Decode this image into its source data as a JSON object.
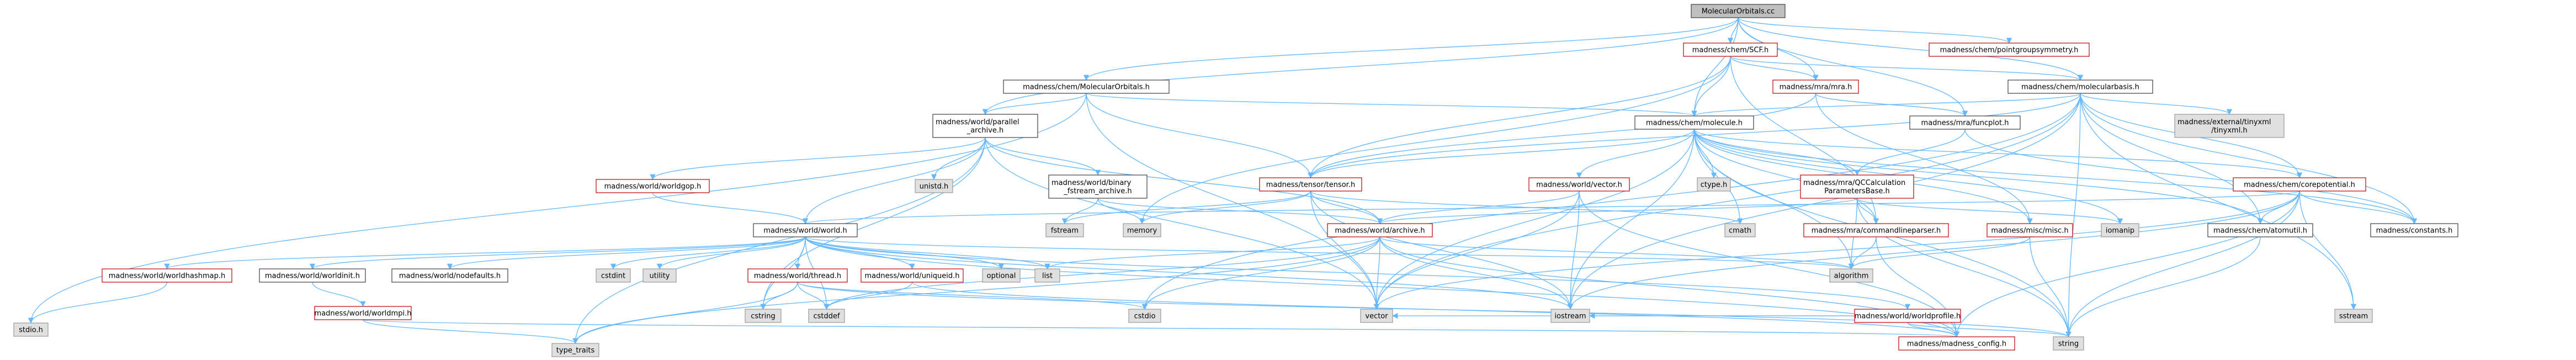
{
  "nodes": [
    {
      "id": "root",
      "kind": "root",
      "lines": [
        "MolecularOrbitals.cc"
      ]
    },
    {
      "id": "scf",
      "kind": "doc",
      "lines": [
        "madness/chem/SCF.h"
      ]
    },
    {
      "id": "pointgroup",
      "kind": "doc",
      "lines": [
        "madness/chem/pointgroupsymmetry.h"
      ]
    },
    {
      "id": "molorb_h",
      "kind": "plain",
      "lines": [
        "madness/chem/MolecularOrbitals.h"
      ]
    },
    {
      "id": "mra_h",
      "kind": "doc",
      "lines": [
        "madness/mra/mra.h"
      ]
    },
    {
      "id": "molbasis",
      "kind": "plain",
      "lines": [
        "madness/chem/molecularbasis.h"
      ]
    },
    {
      "id": "parallel_archive",
      "kind": "plain",
      "lines": [
        "madness/world/parallel",
        "_archive.h"
      ]
    },
    {
      "id": "molecule",
      "kind": "plain",
      "lines": [
        "madness/chem/molecule.h"
      ]
    },
    {
      "id": "funcplot",
      "kind": "plain",
      "lines": [
        "madness/mra/funcplot.h"
      ]
    },
    {
      "id": "tinyxml",
      "kind": "sys",
      "lines": [
        "madness/external/tinyxml",
        "/tinyxml.h"
      ]
    },
    {
      "id": "stdio",
      "kind": "sys",
      "lines": [
        "stdio.h"
      ]
    },
    {
      "id": "worldgop",
      "kind": "doc",
      "lines": [
        "madness/world/worldgop.h"
      ]
    },
    {
      "id": "unistd",
      "kind": "sys",
      "lines": [
        "unistd.h"
      ]
    },
    {
      "id": "binary_fstream",
      "kind": "plain",
      "lines": [
        "madness/world/binary",
        "_fstream_archive.h"
      ]
    },
    {
      "id": "tensor",
      "kind": "doc",
      "lines": [
        "madness/tensor/tensor.h"
      ]
    },
    {
      "id": "vector_h",
      "kind": "doc",
      "lines": [
        "madness/world/vector.h"
      ]
    },
    {
      "id": "ctype",
      "kind": "sys",
      "lines": [
        "ctype.h"
      ]
    },
    {
      "id": "qccalc",
      "kind": "doc",
      "lines": [
        "madness/mra/QCCalculation",
        "ParametersBase.h"
      ]
    },
    {
      "id": "corepotential",
      "kind": "doc",
      "lines": [
        "madness/chem/corepotential.h"
      ]
    },
    {
      "id": "world_h",
      "kind": "plain",
      "lines": [
        "madness/world/world.h"
      ]
    },
    {
      "id": "fstream",
      "kind": "sys",
      "lines": [
        "fstream"
      ]
    },
    {
      "id": "memory",
      "kind": "sys",
      "lines": [
        "memory"
      ]
    },
    {
      "id": "archive",
      "kind": "doc",
      "lines": [
        "madness/world/archive.h"
      ]
    },
    {
      "id": "cmath",
      "kind": "sys",
      "lines": [
        "cmath"
      ]
    },
    {
      "id": "cmdlineparser",
      "kind": "doc",
      "lines": [
        "madness/mra/commandlineparser.h"
      ]
    },
    {
      "id": "misc",
      "kind": "doc",
      "lines": [
        "madness/misc/misc.h"
      ]
    },
    {
      "id": "iomanip",
      "kind": "sys",
      "lines": [
        "iomanip"
      ]
    },
    {
      "id": "atomutil",
      "kind": "plain",
      "lines": [
        "madness/chem/atomutil.h"
      ]
    },
    {
      "id": "constants",
      "kind": "plain",
      "lines": [
        "madness/constants.h"
      ]
    },
    {
      "id": "hashmap",
      "kind": "doc",
      "lines": [
        "madness/world/worldhashmap.h"
      ]
    },
    {
      "id": "worldinit",
      "kind": "plain",
      "lines": [
        "madness/world/worldinit.h"
      ]
    },
    {
      "id": "nodefaults",
      "kind": "plain",
      "lines": [
        "madness/world/nodefaults.h"
      ]
    },
    {
      "id": "cstdint",
      "kind": "sys",
      "lines": [
        "cstdint"
      ]
    },
    {
      "id": "utility",
      "kind": "sys",
      "lines": [
        "utility"
      ]
    },
    {
      "id": "thread",
      "kind": "doc",
      "lines": [
        "madness/world/thread.h"
      ]
    },
    {
      "id": "uniqueid",
      "kind": "doc",
      "lines": [
        "madness/world/uniqueid.h"
      ]
    },
    {
      "id": "optional",
      "kind": "sys",
      "lines": [
        "optional"
      ]
    },
    {
      "id": "list",
      "kind": "sys",
      "lines": [
        "list"
      ]
    },
    {
      "id": "algorithm",
      "kind": "sys",
      "lines": [
        "algorithm"
      ]
    },
    {
      "id": "worldprofile",
      "kind": "doc",
      "lines": [
        "madness/world/worldprofile.h"
      ]
    },
    {
      "id": "sstream",
      "kind": "sys",
      "lines": [
        "sstream"
      ]
    },
    {
      "id": "worldmpi",
      "kind": "doc",
      "lines": [
        "madness/world/worldmpi.h"
      ]
    },
    {
      "id": "cstring",
      "kind": "sys",
      "lines": [
        "cstring"
      ]
    },
    {
      "id": "cstddef",
      "kind": "sys",
      "lines": [
        "cstddef"
      ]
    },
    {
      "id": "cstdio",
      "kind": "sys",
      "lines": [
        "cstdio"
      ]
    },
    {
      "id": "vector",
      "kind": "sys",
      "lines": [
        "vector"
      ]
    },
    {
      "id": "iostream",
      "kind": "sys",
      "lines": [
        "iostream"
      ]
    },
    {
      "id": "madness_config",
      "kind": "doc",
      "lines": [
        "madness/madness_config.h"
      ]
    },
    {
      "id": "string",
      "kind": "sys",
      "lines": [
        "string"
      ]
    },
    {
      "id": "type_traits",
      "kind": "sys",
      "lines": [
        "type_traits"
      ]
    }
  ],
  "edges": [
    [
      "root",
      "scf"
    ],
    [
      "root",
      "pointgroup"
    ],
    [
      "root",
      "molorb_h"
    ],
    [
      "root",
      "mra_h"
    ],
    [
      "root",
      "molbasis"
    ],
    [
      "root",
      "parallel_archive"
    ],
    [
      "root",
      "molecule"
    ],
    [
      "root",
      "funcplot"
    ],
    [
      "scf",
      "mra_h"
    ],
    [
      "scf",
      "molbasis"
    ],
    [
      "scf",
      "molecule"
    ],
    [
      "scf",
      "cmdlineparser"
    ],
    [
      "scf",
      "memory"
    ],
    [
      "scf",
      "tensor"
    ],
    [
      "molorb_h",
      "parallel_archive"
    ],
    [
      "molorb_h",
      "molecule"
    ],
    [
      "molorb_h",
      "tensor"
    ],
    [
      "molorb_h",
      "vector"
    ],
    [
      "molorb_h",
      "stdio"
    ],
    [
      "mra_h",
      "funcplot"
    ],
    [
      "mra_h",
      "tensor"
    ],
    [
      "mra_h",
      "misc"
    ],
    [
      "molbasis",
      "molecule"
    ],
    [
      "molbasis",
      "tinyxml"
    ],
    [
      "molbasis",
      "tensor"
    ],
    [
      "molbasis",
      "corepotential"
    ],
    [
      "molbasis",
      "atomutil"
    ],
    [
      "molbasis",
      "constants"
    ],
    [
      "molbasis",
      "iostream"
    ],
    [
      "molbasis",
      "vector"
    ],
    [
      "molbasis",
      "string"
    ],
    [
      "molbasis",
      "sstream"
    ],
    [
      "molbasis",
      "cstdio"
    ],
    [
      "parallel_archive",
      "worldgop"
    ],
    [
      "parallel_archive",
      "unistd"
    ],
    [
      "parallel_archive",
      "binary_fstream"
    ],
    [
      "parallel_archive",
      "world_h"
    ],
    [
      "parallel_archive",
      "archive"
    ],
    [
      "parallel_archive",
      "type_traits"
    ],
    [
      "parallel_archive",
      "vector"
    ],
    [
      "parallel_archive",
      "cstring"
    ],
    [
      "molecule",
      "tensor"
    ],
    [
      "molecule",
      "vector_h"
    ],
    [
      "molecule",
      "ctype"
    ],
    [
      "molecule",
      "qccalc"
    ],
    [
      "molecule",
      "corepotential"
    ],
    [
      "molecule",
      "atomutil"
    ],
    [
      "molecule",
      "constants"
    ],
    [
      "molecule",
      "cmath"
    ],
    [
      "molecule",
      "algorithm"
    ],
    [
      "molecule",
      "iostream"
    ],
    [
      "molecule",
      "string"
    ],
    [
      "molecule",
      "vector"
    ],
    [
      "molecule",
      "cmdlineparser"
    ],
    [
      "molecule",
      "misc"
    ],
    [
      "molecule",
      "iomanip"
    ],
    [
      "funcplot",
      "qccalc"
    ],
    [
      "funcplot",
      "constants"
    ],
    [
      "worldgop",
      "world_h"
    ],
    [
      "binary_fstream",
      "fstream"
    ],
    [
      "binary_fstream",
      "memory"
    ],
    [
      "binary_fstream",
      "archive"
    ],
    [
      "tensor",
      "archive"
    ],
    [
      "tensor",
      "memory"
    ],
    [
      "tensor",
      "fstream"
    ],
    [
      "tensor",
      "cmath"
    ],
    [
      "tensor",
      "iostream"
    ],
    [
      "tensor",
      "vector"
    ],
    [
      "vector_h",
      "archive"
    ],
    [
      "vector_h",
      "vector"
    ],
    [
      "vector_h",
      "madness_config"
    ],
    [
      "vector_h",
      "iostream"
    ],
    [
      "qccalc",
      "cmdlineparser"
    ],
    [
      "qccalc",
      "archive"
    ],
    [
      "qccalc",
      "iomanip"
    ],
    [
      "qccalc",
      "string"
    ],
    [
      "qccalc",
      "algorithm"
    ],
    [
      "corepotential",
      "atomutil"
    ],
    [
      "corepotential",
      "constants"
    ],
    [
      "corepotential",
      "world_h"
    ],
    [
      "corepotential",
      "sstream"
    ],
    [
      "corepotential",
      "string"
    ],
    [
      "corepotential",
      "madness_config"
    ],
    [
      "corepotential",
      "vector"
    ],
    [
      "corepotential",
      "iostream"
    ],
    [
      "world_h",
      "hashmap"
    ],
    [
      "world_h",
      "worldinit"
    ],
    [
      "world_h",
      "nodefaults"
    ],
    [
      "world_h",
      "cstdint"
    ],
    [
      "world_h",
      "utility"
    ],
    [
      "world_h",
      "thread"
    ],
    [
      "world_h",
      "uniqueid"
    ],
    [
      "world_h",
      "optional"
    ],
    [
      "world_h",
      "list"
    ],
    [
      "world_h",
      "algorithm"
    ],
    [
      "world_h",
      "worldprofile"
    ],
    [
      "world_h",
      "cstring"
    ],
    [
      "world_h",
      "cstddef"
    ],
    [
      "world_h",
      "iostream"
    ],
    [
      "world_h",
      "madness_config"
    ],
    [
      "archive",
      "algorithm"
    ],
    [
      "archive",
      "list"
    ],
    [
      "archive",
      "cstddef"
    ],
    [
      "archive",
      "cstdio"
    ],
    [
      "archive",
      "vector"
    ],
    [
      "archive",
      "iostream"
    ],
    [
      "archive",
      "type_traits"
    ],
    [
      "archive",
      "madness_config"
    ],
    [
      "cmdlineparser",
      "algorithm"
    ],
    [
      "cmdlineparser",
      "madness_config"
    ],
    [
      "misc",
      "string"
    ],
    [
      "misc",
      "algorithm"
    ],
    [
      "atomutil",
      "string"
    ],
    [
      "hashmap",
      "stdio"
    ],
    [
      "worldinit",
      "worldmpi"
    ],
    [
      "thread",
      "cstring"
    ],
    [
      "thread",
      "cstddef"
    ],
    [
      "thread",
      "type_traits"
    ],
    [
      "thread",
      "cstdio"
    ],
    [
      "thread",
      "string"
    ],
    [
      "uniqueid",
      "cstddef"
    ],
    [
      "uniqueid",
      "madness_config"
    ],
    [
      "worldprofile",
      "iostream"
    ],
    [
      "worldprofile",
      "string"
    ],
    [
      "worldprofile",
      "vector"
    ],
    [
      "worldprofile",
      "madness_config"
    ],
    [
      "worldmpi",
      "type_traits"
    ],
    [
      "worldmpi",
      "madness_config"
    ]
  ]
}
